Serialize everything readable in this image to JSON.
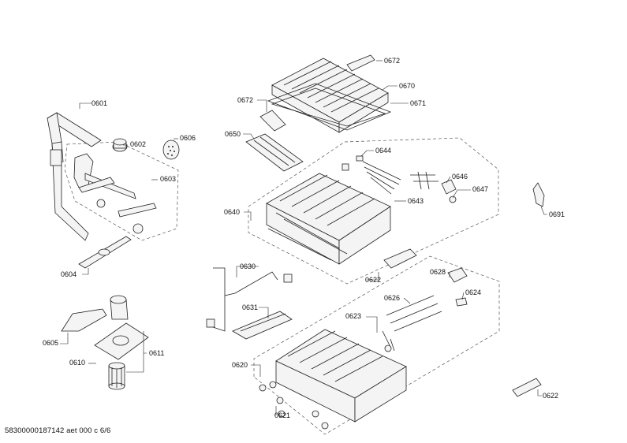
{
  "diagram": {
    "document_code": "58300000187142 aet 000 c 6/6",
    "callouts": [
      {
        "id": "0601",
        "text": "0601"
      },
      {
        "id": "0602",
        "text": "0602"
      },
      {
        "id": "0603",
        "text": "0603"
      },
      {
        "id": "0604",
        "text": "0604"
      },
      {
        "id": "0605",
        "text": "0605"
      },
      {
        "id": "0606",
        "text": "0606"
      },
      {
        "id": "0610",
        "text": "0610"
      },
      {
        "id": "0611",
        "text": "0611"
      },
      {
        "id": "0620",
        "text": "0620"
      },
      {
        "id": "0621",
        "text": "0621"
      },
      {
        "id": "0622a",
        "text": "0622"
      },
      {
        "id": "0622b",
        "text": "0622"
      },
      {
        "id": "0623",
        "text": "0623"
      },
      {
        "id": "0624",
        "text": "0624"
      },
      {
        "id": "0626",
        "text": "0626"
      },
      {
        "id": "0628",
        "text": "0628"
      },
      {
        "id": "0630",
        "text": "0630"
      },
      {
        "id": "0631",
        "text": "0631"
      },
      {
        "id": "0640",
        "text": "0640"
      },
      {
        "id": "0643",
        "text": "0643"
      },
      {
        "id": "0644",
        "text": "0644"
      },
      {
        "id": "0646",
        "text": "0646"
      },
      {
        "id": "0647",
        "text": "0647"
      },
      {
        "id": "0650",
        "text": "0650"
      },
      {
        "id": "0670",
        "text": "0670"
      },
      {
        "id": "0671",
        "text": "0671"
      },
      {
        "id": "0672a",
        "text": "0672"
      },
      {
        "id": "0672b",
        "text": "0672"
      },
      {
        "id": "0691",
        "text": "0691"
      }
    ]
  }
}
